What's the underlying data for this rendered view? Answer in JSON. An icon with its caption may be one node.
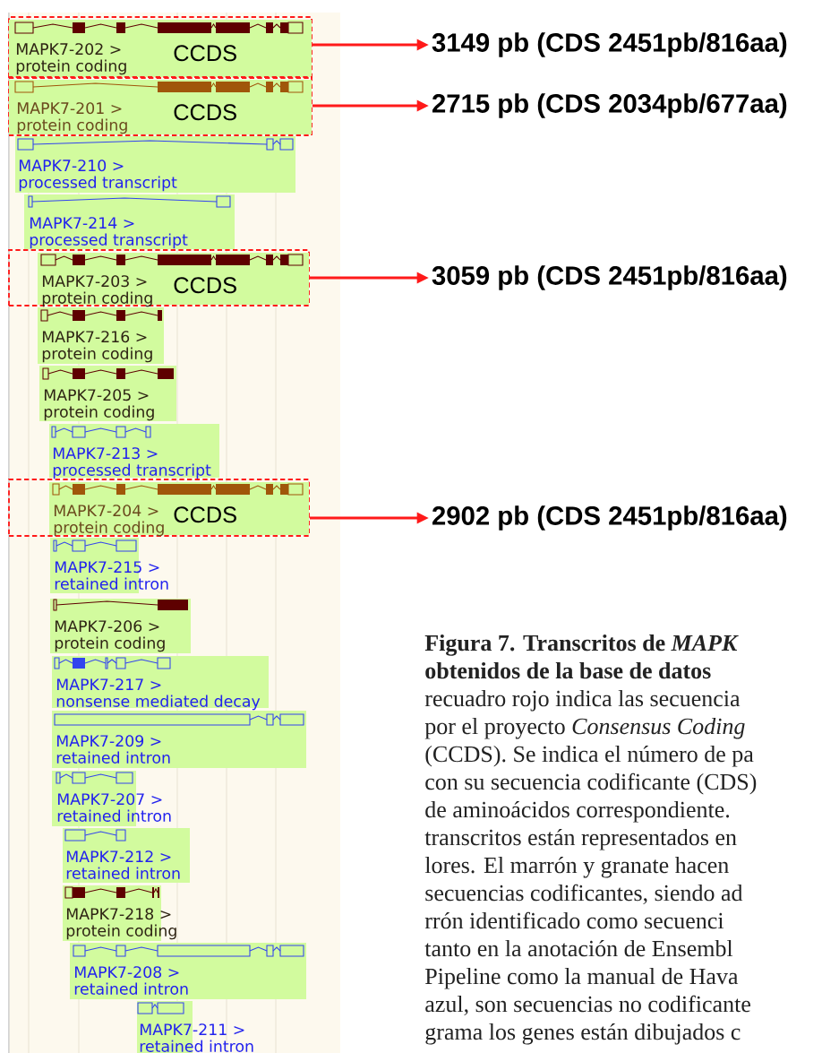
{
  "diagram": {
    "nodes": [
      {
        "text": [],
        "shape": "box"
      },
      {
        "text": [
          "MAPK7-202 > protein coding",
          "CCDS"
        ],
        "in": 0
      },
      {
        "text": [
          "3149 pb (CDS 2451pb/816aa)"
        ]
      },
      {
        "text": [],
        "shape": "box"
      },
      {
        "text": [
          "MAPK7-201 > protein coding",
          "CCDS"
        ],
        "in": 3
      },
      {
        "text": [
          "2715 pb (CDS 2034pb/677aa)"
        ]
      },
      {
        "text": [
          "MAPK7-210 > processed transcript"
        ]
      },
      {
        "text": [
          "MAPK7-214 > processed transcript"
        ]
      },
      {
        "text": [],
        "shape": "box"
      },
      {
        "text": [
          "MAPK7-203 > protein coding",
          "CCDS"
        ],
        "in": 8
      },
      {
        "text": [
          "3059 pb (CDS 2451pb/816aa)"
        ]
      },
      {
        "text": [
          "MAPK7-216 > protein coding"
        ]
      },
      {
        "text": [
          "MAPK7-205 > protein coding"
        ]
      },
      {
        "text": [
          "MAPK7-213 > processed transcript"
        ]
      },
      {
        "text": [],
        "shape": "box"
      },
      {
        "text": [
          "MAPK7-204 > protein coding",
          "CCDS"
        ],
        "in": 14
      },
      {
        "text": [
          "2902 pb (CDS 2451pb/816aa)"
        ]
      },
      {
        "text": [
          "MAPK7-215 > retained intron"
        ]
      },
      {
        "text": [
          "MAPK7-206 > protein coding"
        ]
      },
      {
        "text": [
          "MAPK7-217 > nonsense mediated decay"
        ]
      },
      {
        "text": [
          "MAPK7-209 > retained intron"
        ]
      },
      {
        "text": [
          "MAPK7-207 > retained intron"
        ]
      },
      {
        "text": [
          "MAPK7-212 > retained intron"
        ]
      },
      {
        "text": [
          "MAPK7-218 > protein coding"
        ]
      },
      {
        "text": [
          "MAPK7-208 > retained intron"
        ]
      },
      {
        "text": [
          "MAPK7-211 > retained intron"
        ]
      }
    ],
    "edges": [
      {
        "from": 0,
        "to": 2,
        "arrow": "to"
      },
      {
        "from": 3,
        "to": 5,
        "arrow": "to"
      },
      {
        "from": 8,
        "to": 10,
        "arrow": "to"
      },
      {
        "from": 14,
        "to": 16,
        "arrow": "to"
      }
    ],
    "labels": [
      "Figura 7. Transcritos de *MAPK*",
      "obtenidos de la base de datos",
      "recuadro rojo indica las secuencia",
      "por el proyecto *Consensus Coding*",
      "(CCDS). Se indica el número de pa",
      "con su secuencia codificante (CDS)",
      "de aminoácidos correspondiente.",
      "transcritos están representados en",
      "lores. El marrón y granate hacen",
      "secuencias codificantes, siendo ad",
      "rrón identificado como secuenci",
      "tanto en la anotación de Ensembl",
      "Pipeline como la manual de Hava",
      "azul, son secuencias no codificante",
      "grama los genes están dibujados c"
    ]
  }
}
